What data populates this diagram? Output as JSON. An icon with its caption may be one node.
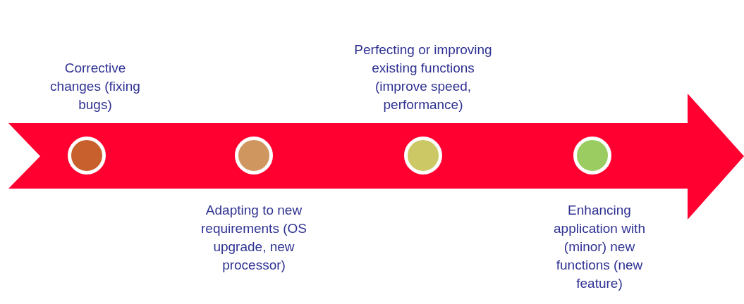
{
  "diagram": {
    "nodes": [
      {
        "text": [],
        "shape": "circle",
        "beside": [
          "Corrective changes (fixing bugs)"
        ]
      },
      {
        "text": [],
        "shape": "circle",
        "beside": [
          "Adapting to new requirements (OS upgrade, new processor)"
        ]
      },
      {
        "text": [],
        "shape": "circle",
        "beside": [
          "Perfecting or improving existing functions (improve speed, performance)"
        ]
      },
      {
        "text": [],
        "shape": "circle",
        "beside": [
          "Enhancing application with (minor) new functions (new feature)"
        ]
      }
    ]
  }
}
